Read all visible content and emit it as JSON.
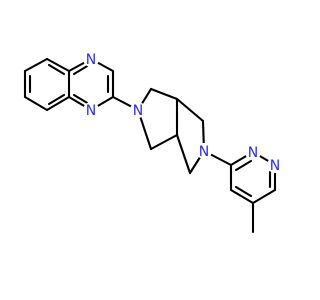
{
  "colors": {
    "background": "#ffffff",
    "bond": "#000000",
    "nitrogen": "#2b2bf2"
  },
  "atoms": {
    "quinoxaline_n1": "N",
    "quinoxaline_n4": "N",
    "bicyclic_n_left": "N",
    "bicyclic_n_right": "N",
    "pyrimidine_n1": "N",
    "pyrimidine_n3": "N"
  }
}
